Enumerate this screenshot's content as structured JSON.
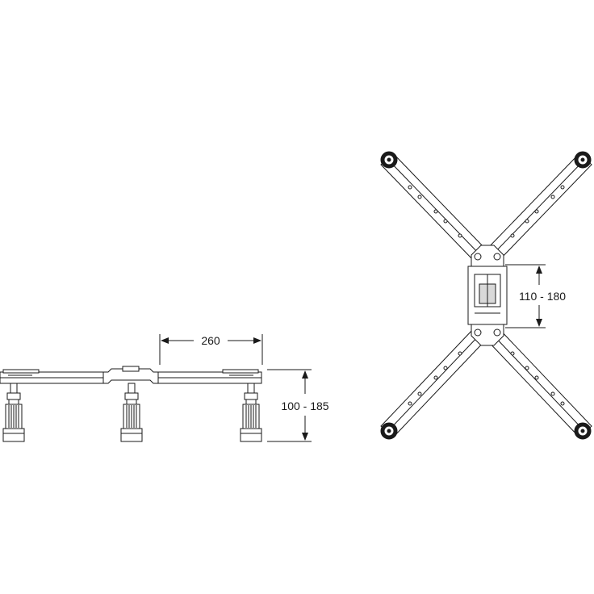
{
  "side_view": {
    "width_label": "260",
    "height_label": "100 - 185"
  },
  "top_view": {
    "center_label": "110 - 180"
  },
  "colors": {
    "line": "#1a1a1a",
    "background": "#ffffff"
  }
}
